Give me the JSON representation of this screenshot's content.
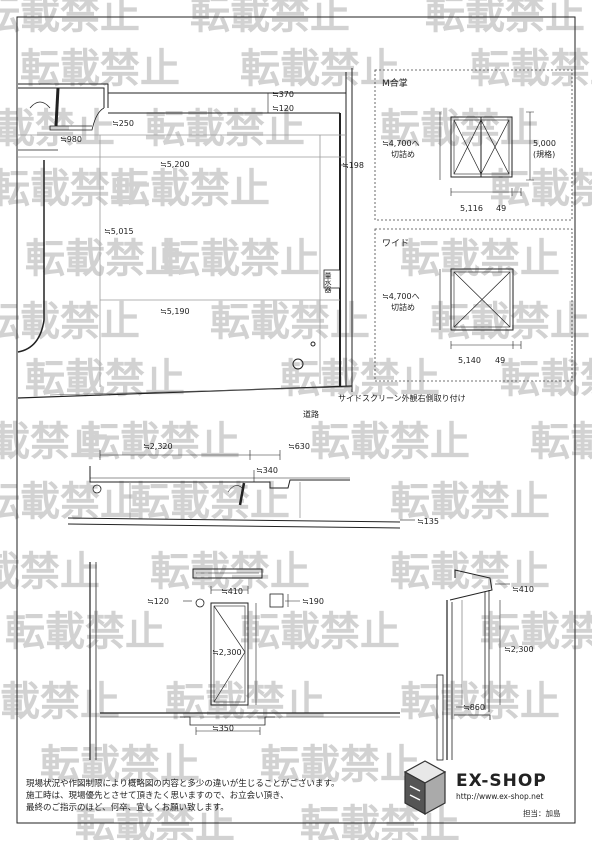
{
  "watermark": {
    "text": "転載禁止"
  },
  "plan": {
    "dims": [
      "≒370",
      "≒120",
      "≒250",
      "≒980",
      "≒5,200",
      "≒198",
      "≒5,015",
      "≒5,190"
    ],
    "water_meter": "量水器",
    "road": "道路",
    "side_screen_note": "サイドスクリーン外観右側取り付け"
  },
  "panel_m": {
    "title": "M合掌",
    "cut": [
      "≒4,700へ",
      "切詰め"
    ],
    "height": [
      "5,000",
      "(規格)"
    ],
    "width": "5,116",
    "offset": "49"
  },
  "panel_wide": {
    "title": "ワイド",
    "cut": [
      "≒4,700へ",
      "切詰め"
    ],
    "width": "5,140",
    "offset": "49"
  },
  "strip": {
    "dims": [
      "≒2,320",
      "≒630",
      "≒340",
      "≒135"
    ]
  },
  "elevation": {
    "dims": [
      "≒410",
      "≒120",
      "≒190",
      "≒2,300",
      "≒350"
    ]
  },
  "side": {
    "dims": [
      "≒410",
      "≒2,300",
      "≒860"
    ]
  },
  "footer": {
    "notes": [
      "現場状況や作図制限により概略図の内容と多少の違いが生じることがございます。",
      "施工時は、現場優先とさせて頂きたく思いますので、お立会い頂き、",
      "最終のご指示のほど、何卒、宜しくお願い致します。"
    ]
  },
  "brand": {
    "name": "EX-SHOP",
    "url": "http://www.ex-shop.net",
    "staff": "担当：加島"
  }
}
